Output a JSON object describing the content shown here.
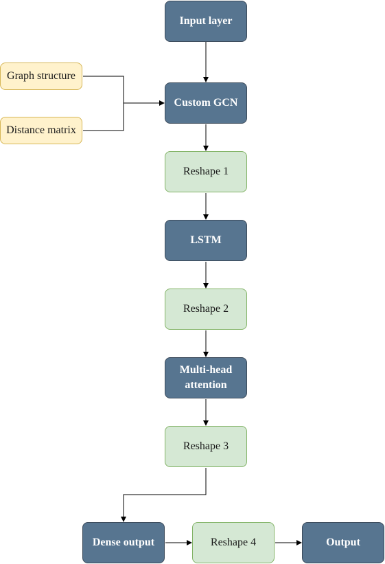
{
  "nodes": {
    "input_layer": "Input layer",
    "graph_structure": "Graph structure",
    "distance_matrix": "Distance matrix",
    "custom_gcn": "Custom GCN",
    "reshape_1": "Reshape 1",
    "lstm": "LSTM",
    "reshape_2": "Reshape 2",
    "multi_head_attention": "Multi-head attention",
    "reshape_3": "Reshape 3",
    "dense_output": "Dense output",
    "reshape_4": "Reshape 4",
    "output": "Output"
  },
  "colors": {
    "dark_node": "#577590",
    "light_node": "#d5e8d4",
    "input_node": "#fff2cc",
    "edge": "#000000"
  }
}
